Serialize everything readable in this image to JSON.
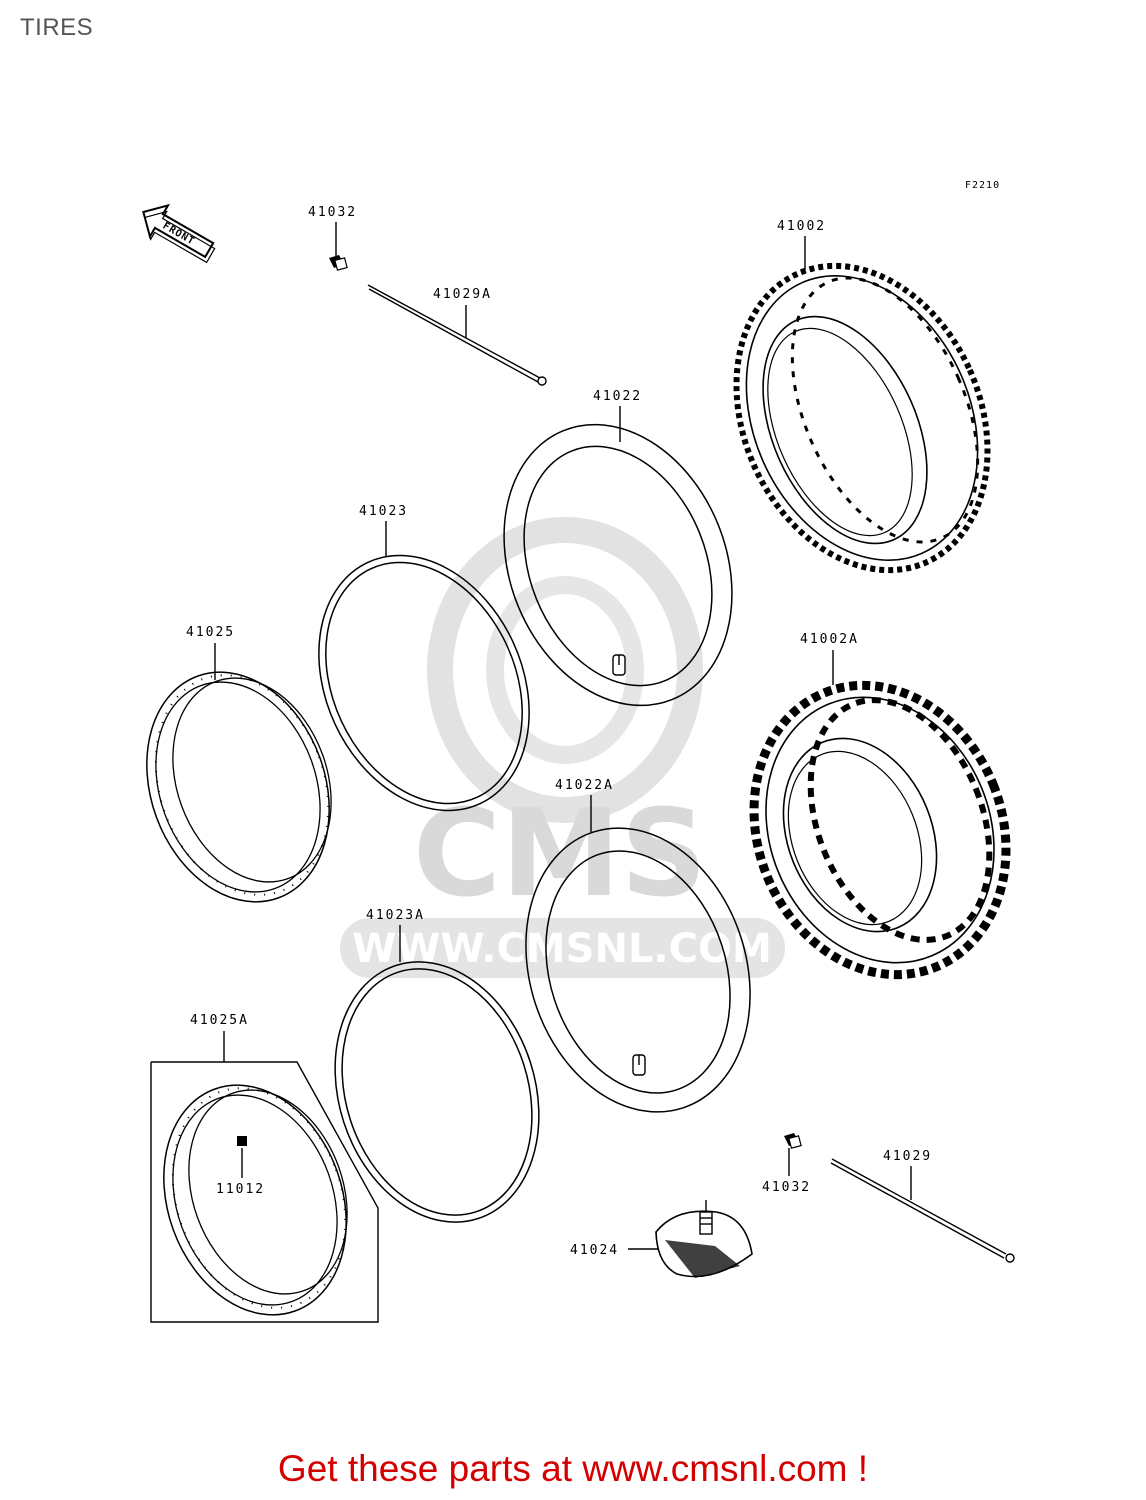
{
  "header": {
    "title": "TIRES"
  },
  "figure_code": "F2210",
  "front_arrow_label": "FRONT",
  "watermark": {
    "brand": "CMS",
    "url": "WWW.CMSNL.COM"
  },
  "parts": {
    "p41032a": "41032",
    "p41029a": "41029A",
    "p41002": "41002",
    "p41022": "41022",
    "p41023": "41023",
    "p41025": "41025",
    "p41002a": "41002A",
    "p41022a": "41022A",
    "p41023a": "41023A",
    "p41025a": "41025A",
    "p11012": "11012",
    "p41032b": "41032",
    "p41029": "41029",
    "p41024": "41024"
  },
  "footer": {
    "text": "Get these parts at www.cmsnl.com !"
  },
  "colors": {
    "footer": "#d40000",
    "watermark": "#d9d9d9",
    "lines": "#000000"
  }
}
